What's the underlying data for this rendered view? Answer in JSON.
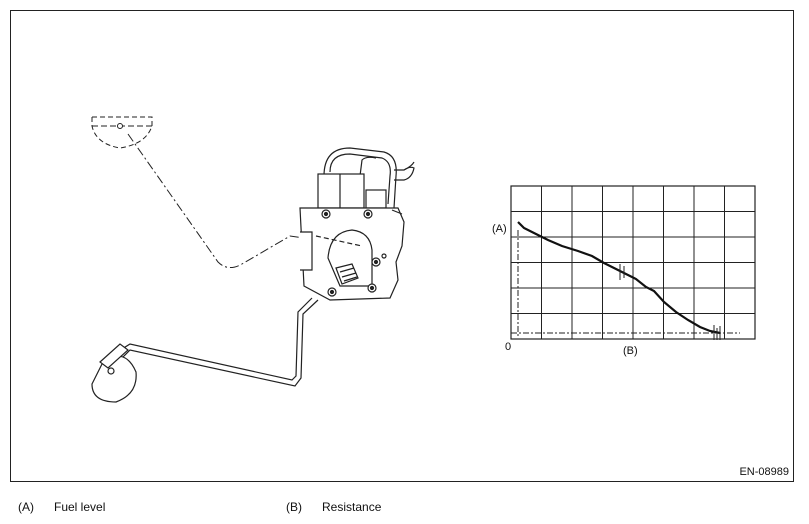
{
  "figure": {
    "id": "EN-08989"
  },
  "graph": {
    "y_label": "(A)",
    "x_label": "(B)",
    "origin_label": "0"
  },
  "legend": [
    {
      "key": "(A)",
      "text": "Fuel level"
    },
    {
      "key": "(B)",
      "text": "Resistance"
    }
  ]
}
